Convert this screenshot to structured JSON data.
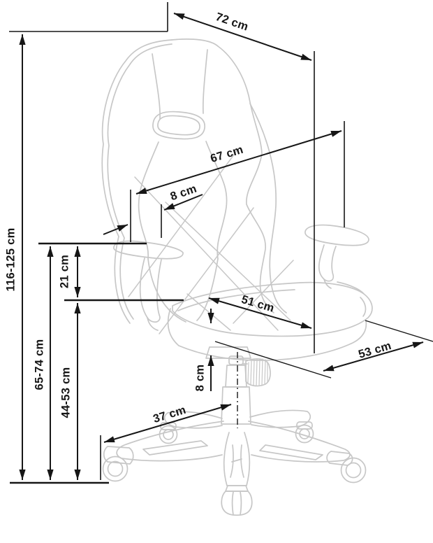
{
  "colors": {
    "dimension": "#161616",
    "text": "#161616",
    "chair": "#c7c7c7",
    "background": "#ffffff"
  },
  "diagram": {
    "subject": "Gaming chair technical dimension drawing, three-quarter side view",
    "unit": "cm",
    "labels": {
      "seat_back_top_depth": "72 cm",
      "backrest_length": "67 cm",
      "backrest_top_thickness": "8 cm",
      "overall_height": "116-125 cm",
      "armrest_above_seat_height": "21 cm",
      "floor_to_armrest_height": "65-74 cm",
      "seat_height": "44-53 cm",
      "seat_width": "51 cm",
      "seat_depth": "53 cm",
      "seat_cushion_thickness": "8 cm",
      "base_leg_radius": "37 cm"
    }
  }
}
